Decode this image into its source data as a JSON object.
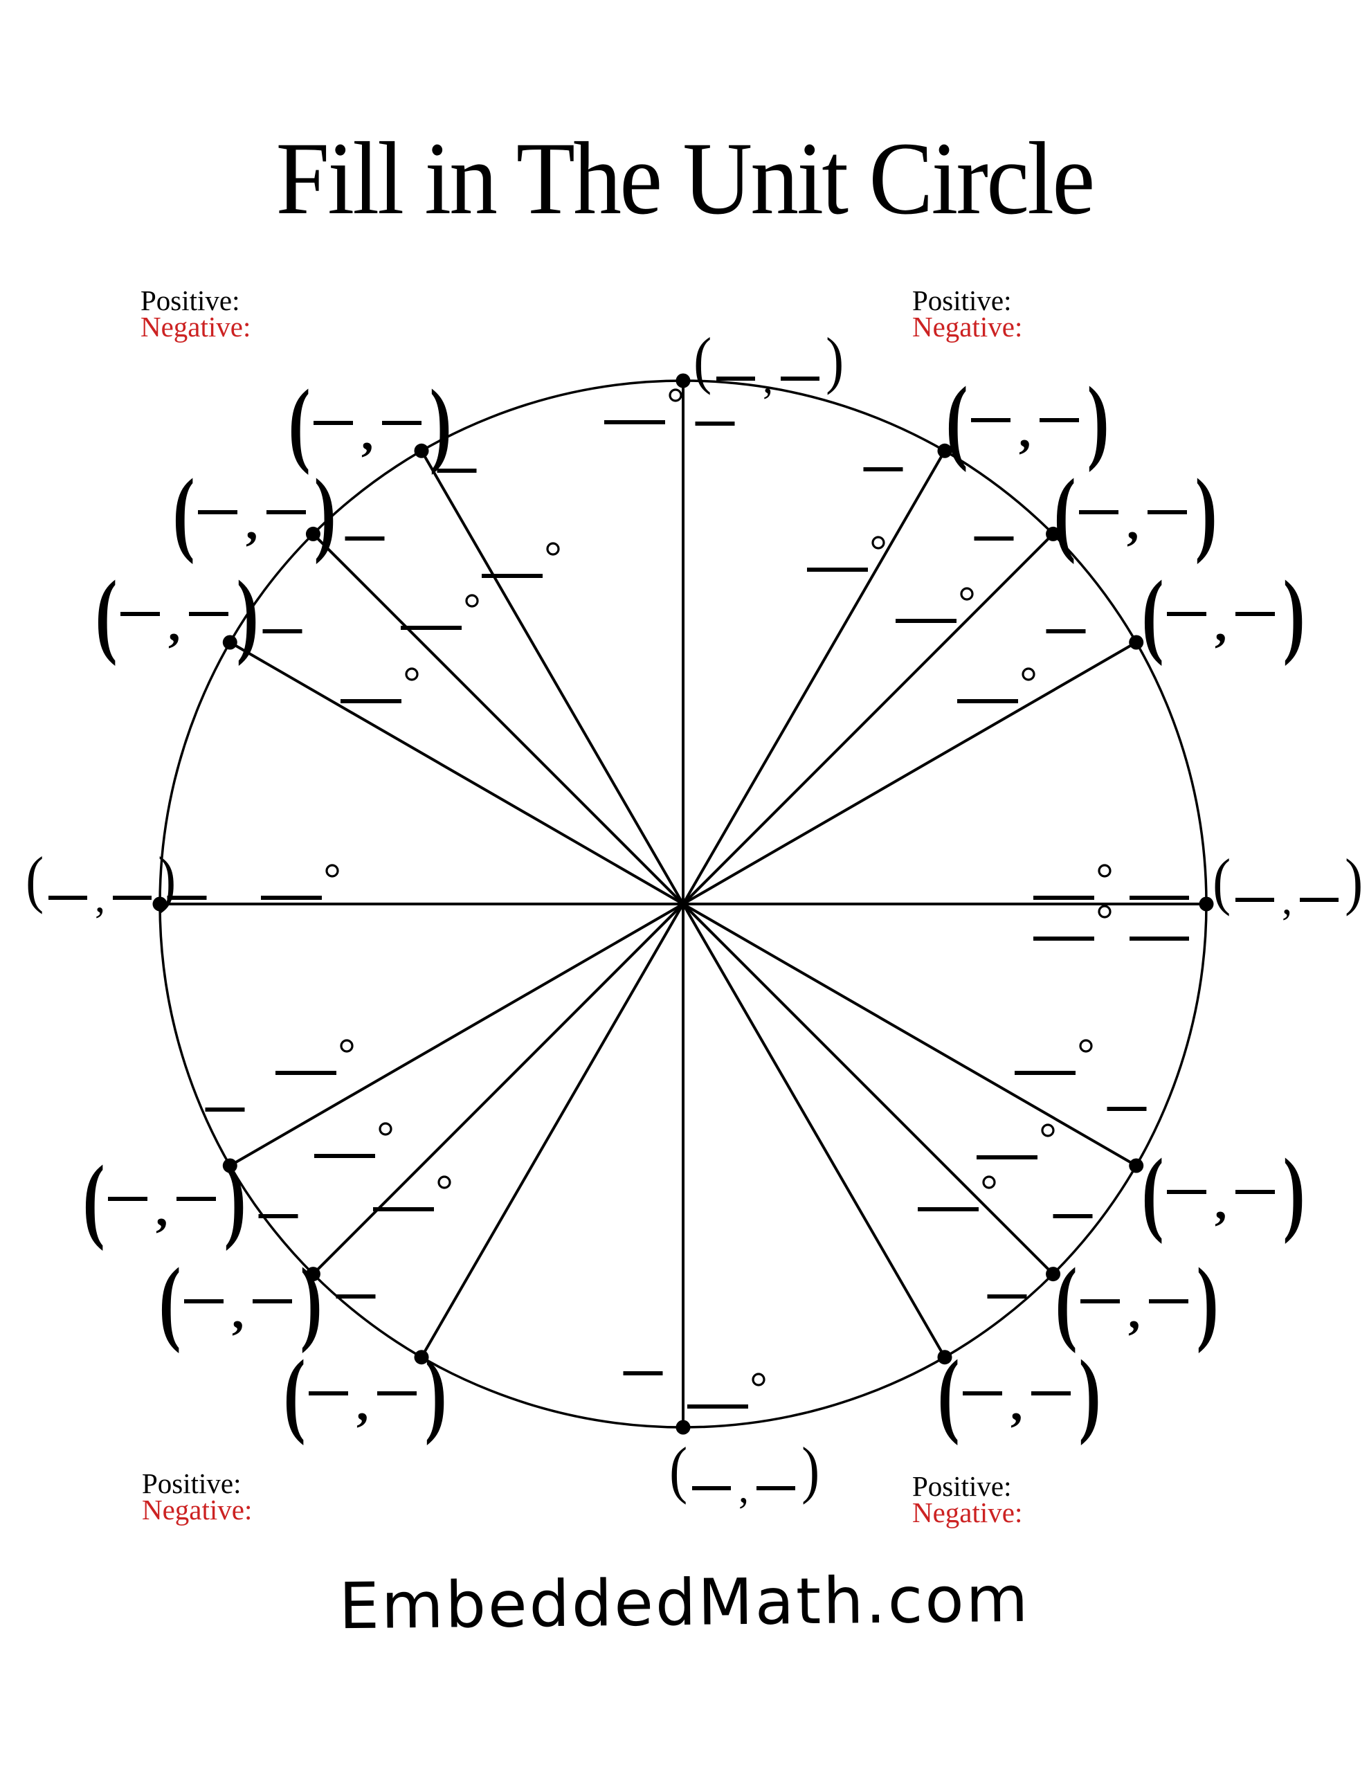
{
  "title": "Fill in The Unit Circle",
  "corner_labels": {
    "positive": "Positive:",
    "negative": "Negative:",
    "corners": [
      "top-left",
      "top-right",
      "bottom-left",
      "bottom-right"
    ]
  },
  "colors": {
    "ink": "#000000",
    "negative": "#cc2222",
    "paper": "#ffffff"
  },
  "footer": {
    "site_name": "EmbeddedMath.com"
  },
  "figure": {
    "type": "unit-circle-fill-in-worksheet",
    "spoke_angles_deg": [
      0,
      30,
      45,
      60,
      90,
      120,
      135,
      150,
      180,
      210,
      225,
      240,
      270,
      300,
      315,
      330
    ],
    "coterminal_extra_row_deg": 360,
    "blank_kinds": [
      "degrees",
      "radians",
      "coordinates"
    ],
    "punctuation": {
      "open_paren": "(",
      "comma": ",",
      "close_paren": ")"
    },
    "points": [
      {
        "angle_position_deg": 0,
        "degrees_blank": "",
        "radians_blank": "",
        "coordinates_blank": [
          "",
          ""
        ]
      },
      {
        "angle_position_deg": 30,
        "degrees_blank": "",
        "radians_blank": "",
        "coordinates_blank": [
          "",
          ""
        ]
      },
      {
        "angle_position_deg": 45,
        "degrees_blank": "",
        "radians_blank": "",
        "coordinates_blank": [
          "",
          ""
        ]
      },
      {
        "angle_position_deg": 60,
        "degrees_blank": "",
        "radians_blank": "",
        "coordinates_blank": [
          "",
          ""
        ]
      },
      {
        "angle_position_deg": 90,
        "degrees_blank": "",
        "radians_blank": "",
        "coordinates_blank": [
          "",
          ""
        ]
      },
      {
        "angle_position_deg": 120,
        "degrees_blank": "",
        "radians_blank": "",
        "coordinates_blank": [
          "",
          ""
        ]
      },
      {
        "angle_position_deg": 135,
        "degrees_blank": "",
        "radians_blank": "",
        "coordinates_blank": [
          "",
          ""
        ]
      },
      {
        "angle_position_deg": 150,
        "degrees_blank": "",
        "radians_blank": "",
        "coordinates_blank": [
          "",
          ""
        ]
      },
      {
        "angle_position_deg": 180,
        "degrees_blank": "",
        "radians_blank": "",
        "coordinates_blank": [
          "",
          ""
        ]
      },
      {
        "angle_position_deg": 210,
        "degrees_blank": "",
        "radians_blank": "",
        "coordinates_blank": [
          "",
          ""
        ]
      },
      {
        "angle_position_deg": 225,
        "degrees_blank": "",
        "radians_blank": "",
        "coordinates_blank": [
          "",
          ""
        ]
      },
      {
        "angle_position_deg": 240,
        "degrees_blank": "",
        "radians_blank": "",
        "coordinates_blank": [
          "",
          ""
        ]
      },
      {
        "angle_position_deg": 270,
        "degrees_blank": "",
        "radians_blank": "",
        "coordinates_blank": [
          "",
          ""
        ]
      },
      {
        "angle_position_deg": 300,
        "degrees_blank": "",
        "radians_blank": "",
        "coordinates_blank": [
          "",
          ""
        ]
      },
      {
        "angle_position_deg": 315,
        "degrees_blank": "",
        "radians_blank": "",
        "coordinates_blank": [
          "",
          ""
        ]
      },
      {
        "angle_position_deg": 330,
        "degrees_blank": "",
        "radians_blank": "",
        "coordinates_blank": [
          "",
          ""
        ]
      },
      {
        "angle_position_deg": 360,
        "degrees_blank": "",
        "radians_blank": ""
      }
    ]
  }
}
